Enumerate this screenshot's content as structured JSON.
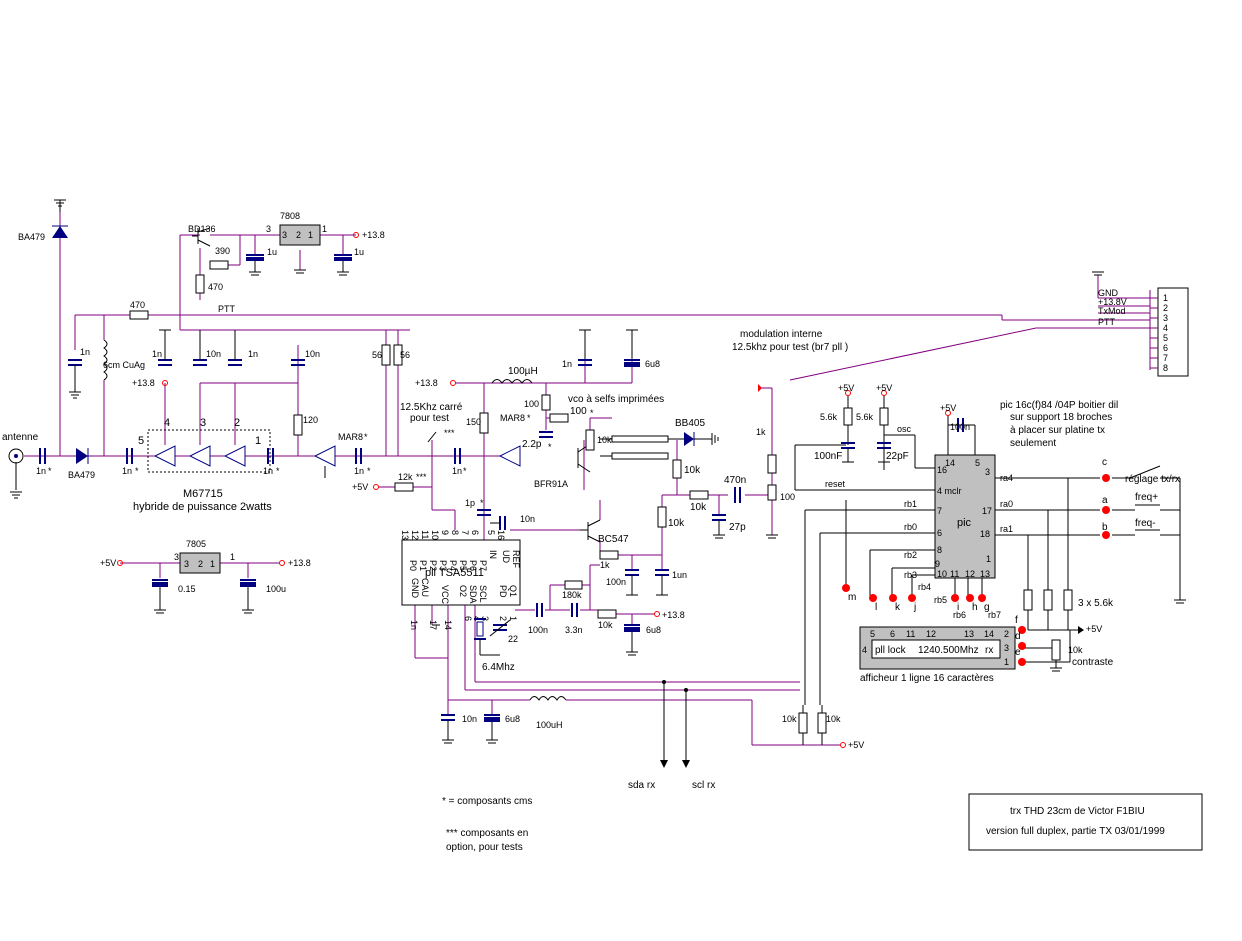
{
  "title_block": {
    "line1": "trx THD 23cm de Victor F1BIU",
    "line2": "version full duplex, partie TX  03/01/1999"
  },
  "notes": {
    "cms": "* = composants cms",
    "option1": "*** composants en",
    "option2": "option, pour tests"
  },
  "modulation_note": {
    "line1": "modulation interne",
    "line2": "12.5khz pour test (br7 pll )"
  },
  "pic_note": {
    "line1": "pic 16c(f)84 /04P boitier dil",
    "line2": "sur support 18 broches",
    "line3": "à placer sur platine tx",
    "line4": "seulement"
  },
  "test_note": {
    "line1": "12.5Khz carré",
    "line2": "pour test",
    "stars": "***"
  },
  "vco_note": "vco à selfs imprimées",
  "hybrid": {
    "ref": "M67715",
    "desc": "hybride de puissance 2watts",
    "pins": [
      "5",
      "4",
      "3",
      "2",
      "1"
    ]
  },
  "regulators": {
    "r7808": "7808",
    "r7805": "7805",
    "pins": [
      "3",
      "2",
      "1"
    ]
  },
  "connector": {
    "labels": [
      "GND",
      "+13.8V",
      "TxMod",
      "PTT"
    ],
    "pins": [
      "1",
      "2",
      "3",
      "4",
      "5",
      "6",
      "7",
      "8"
    ],
    "ptt_line": "PTT"
  },
  "pll": {
    "name": "pll TSA5511",
    "top_pins": [
      "13",
      "12",
      "11",
      "10",
      "9",
      "8",
      "7",
      "6",
      "5",
      "16"
    ],
    "top_names": [
      "P0",
      "P1",
      "P2",
      "P3",
      "P4",
      "P5",
      "P6",
      "P7",
      "IN",
      "UD",
      "REF"
    ],
    "bottom_names": [
      "GND",
      "CAU",
      "VCC",
      "O2",
      "SDA",
      "SCL",
      "PD",
      "Q1"
    ],
    "bottom_pins": [
      "1n",
      "17",
      "14",
      "6",
      "4",
      "3",
      "2",
      "1"
    ]
  },
  "pic": {
    "name": "pic",
    "pins_left": [
      "16",
      "4 mclr",
      "7",
      "6",
      "8",
      "9",
      "10"
    ],
    "pins_top": [
      "14",
      "5"
    ],
    "pins_right": [
      "3",
      "17",
      "18",
      "1"
    ],
    "pins_bottom": [
      "11",
      "12",
      "13"
    ],
    "signals": [
      "ra4",
      "ra0",
      "ra1",
      "rb1",
      "rb0",
      "rb2",
      "rb3",
      "rb4",
      "rb5",
      "rb6",
      "rb7",
      "osc",
      "reset"
    ]
  },
  "lcd": {
    "text_a": "pll lock",
    "text_b": "1240.500Mhz",
    "text_c": "rx",
    "pins_top": [
      "5",
      "6",
      "11",
      "12",
      "13",
      "14"
    ],
    "pins_side": [
      "4",
      "2",
      "3",
      "1"
    ],
    "caption": "afficheur 1 ligne 16 caractères",
    "contrast": "contraste",
    "contrast_res": "10k"
  },
  "buttons": {
    "c": "c",
    "a": "a",
    "b": "b",
    "c_label": "réglage tx/rx",
    "a_label": "freq+",
    "b_label": "freq-"
  },
  "dot_letters": [
    "m",
    "l",
    "k",
    "j",
    "i",
    "h",
    "g",
    "f",
    "d",
    "e"
  ],
  "components": {
    "ba479_top": "BA479",
    "ba479": "BA479",
    "antenne": "antenne",
    "bd136": "BD136",
    "r390": "390",
    "r470a": "470",
    "r470b": "470",
    "c1u_a": "1u",
    "c1u_b": "1u",
    "p138_a": "+13.8",
    "p138_b": "+13.8",
    "p138_c": "+13.8",
    "p138_d": "+13.8",
    "p138_e": "+13.8",
    "l6cm": "6cm CuAg",
    "c1n_a": "1n",
    "c1n_b": "1n",
    "c1n_c": "1n",
    "c10n_a": "10n",
    "c10n_b": "10n",
    "c1n_cms1": "1n",
    "c1n_cms2": "1n",
    "c1n_cms3": "1n",
    "c1n_cms4": "1n",
    "c1n_cms5": "1n",
    "star": "*",
    "r120": "120",
    "mar8_a": "MAR8",
    "mar8_b": "MAR8",
    "r56a": "56",
    "r56b": "56",
    "p5v_a": "+5V",
    "p5v_b": "+5V",
    "p5v_c": "+5V",
    "p5v_d": "+5V",
    "p5v_e": "+5V",
    "p5v_f": "+5V",
    "r12k": "12k",
    "r150": "150",
    "l100uH": "100µH",
    "r100a": "100",
    "r100b": "100",
    "c2p2": "2.2p",
    "c1p": "1p",
    "c6u8_a": "6u8",
    "c6u8_b": "6u8",
    "c6u8_c": "6u8",
    "c1n_vco": "1n",
    "bb405": "BB405",
    "r10k_a": "10k",
    "r10k_b": "10k",
    "r10k_c": "10k",
    "r10k_d": "10k",
    "r10k_e": "10k",
    "r10k_f": "10k",
    "r10k_g": "10k",
    "bfr91a": "BFR91A",
    "c470n": "470n",
    "c27p": "27p",
    "r1k_a": "1k",
    "r1k_b": "1k",
    "bc547": "BC547",
    "c10n_pll": "10n",
    "c100n_a": "100n",
    "c100n_b": "100n",
    "c1un": "1un",
    "r180k": "180k",
    "c3n3": "3.3n",
    "xtal": "6.4Mhz",
    "c22": "22",
    "c10n_low": "10n",
    "l100uH_low": "100uH",
    "sda": "sda rx",
    "scl": "scl rx",
    "c015": "0.15",
    "c100u": "100u",
    "r5k6a": "5.6k",
    "r5k6b": "5.6k",
    "c100nF": "100nF",
    "c22pF": "22pF",
    "c100n_pic": "100n",
    "r3x56k": "3 x 5.6k"
  }
}
